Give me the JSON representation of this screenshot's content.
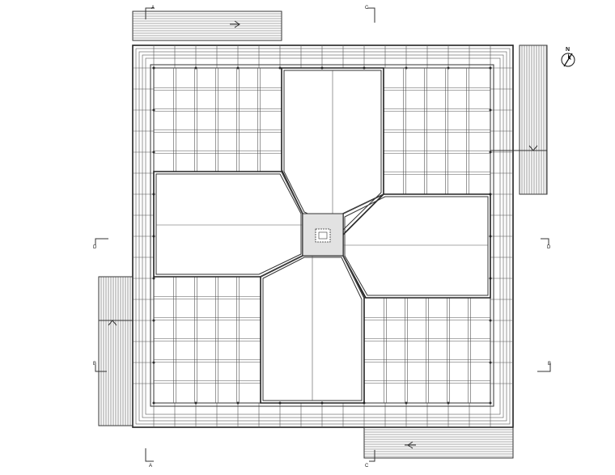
{
  "plan": {
    "section_marks": {
      "a_top": "A",
      "a_bottom": "A",
      "b_left": "B",
      "b_right": "B",
      "c_top": "C",
      "c_bottom": "C",
      "d_left": "D",
      "d_right": "D"
    },
    "north_label": "N"
  }
}
